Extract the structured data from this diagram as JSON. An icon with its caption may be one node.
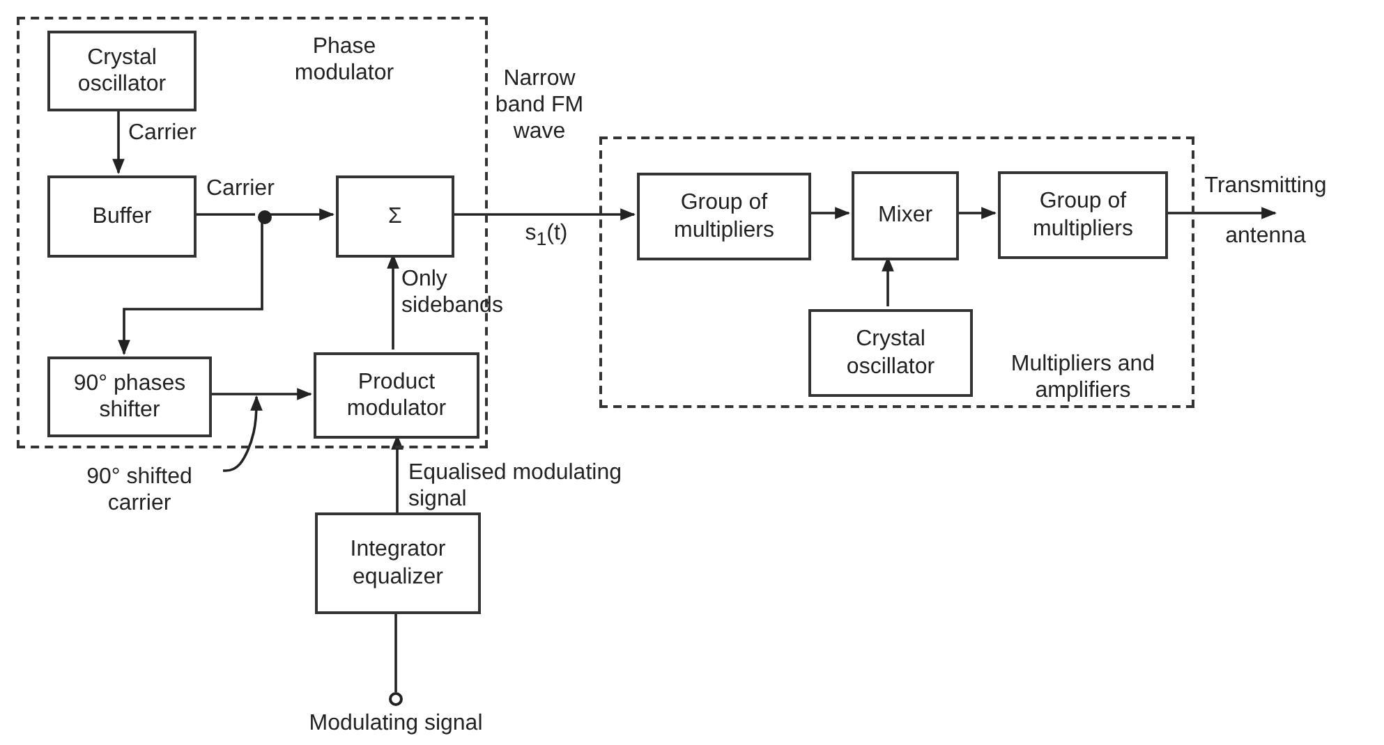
{
  "diagram": {
    "nodes": [
      {
        "text": [
          "Phase modulator"
        ]
      },
      {
        "text": [
          "Crystal oscillator"
        ],
        "in": 0
      },
      {
        "text": [
          "Buffer"
        ],
        "in": 0
      },
      {
        "text": [
          "Σ"
        ],
        "in": 0
      },
      {
        "text": [
          "90° phases shifter"
        ],
        "in": 0
      },
      {
        "text": [
          "Product modulator"
        ],
        "in": 0
      },
      {
        "text": [],
        "shape": "circle",
        "in": 0
      },
      {
        "text": [
          "Multipliers and amplifiers"
        ]
      },
      {
        "text": [
          "Group of multipliers"
        ],
        "in": 7
      },
      {
        "text": [
          "Mixer"
        ],
        "in": 7
      },
      {
        "text": [
          "Group of multipliers"
        ],
        "in": 7
      },
      {
        "text": [
          "Crystal oscillator"
        ],
        "in": 7
      },
      {
        "text": [
          "Integrator equalizer"
        ]
      },
      {
        "text": [],
        "shape": "circle",
        "beside": [
          "Modulating signal"
        ]
      },
      {
        "text": [
          "90° shifted carrier"
        ]
      }
    ],
    "edges": [
      {
        "from": 1,
        "to": 2,
        "arrow": "to",
        "label": "Carrier"
      },
      {
        "from": 2,
        "to": 6,
        "arrow": "none",
        "label": "Carrier"
      },
      {
        "from": 6,
        "to": 3,
        "arrow": "to"
      },
      {
        "from": 6,
        "to": 4,
        "arrow": "to"
      },
      {
        "from": 4,
        "to": 5,
        "arrow": "to"
      },
      {
        "from": 14,
        "to": null,
        "arrow": "to"
      },
      {
        "from": 5,
        "to": 3,
        "arrow": "to",
        "label": "Only sidebands"
      },
      {
        "from": 12,
        "to": 5,
        "arrow": "to",
        "label": "Equalised modulating signal"
      },
      {
        "from": 13,
        "to": 12,
        "arrow": "none"
      },
      {
        "from": 3,
        "to": 8,
        "arrow": "to",
        "label": "Narrow band FM wave"
      },
      {
        "from": 8,
        "to": 9,
        "arrow": "to"
      },
      {
        "from": 9,
        "to": 10,
        "arrow": "to"
      },
      {
        "from": 11,
        "to": 9,
        "arrow": "to"
      },
      {
        "from": 10,
        "to": null,
        "arrow": "to",
        "label": "Transmitting antenna"
      }
    ],
    "labels": [
      "s$_{1}$(t)"
    ]
  }
}
